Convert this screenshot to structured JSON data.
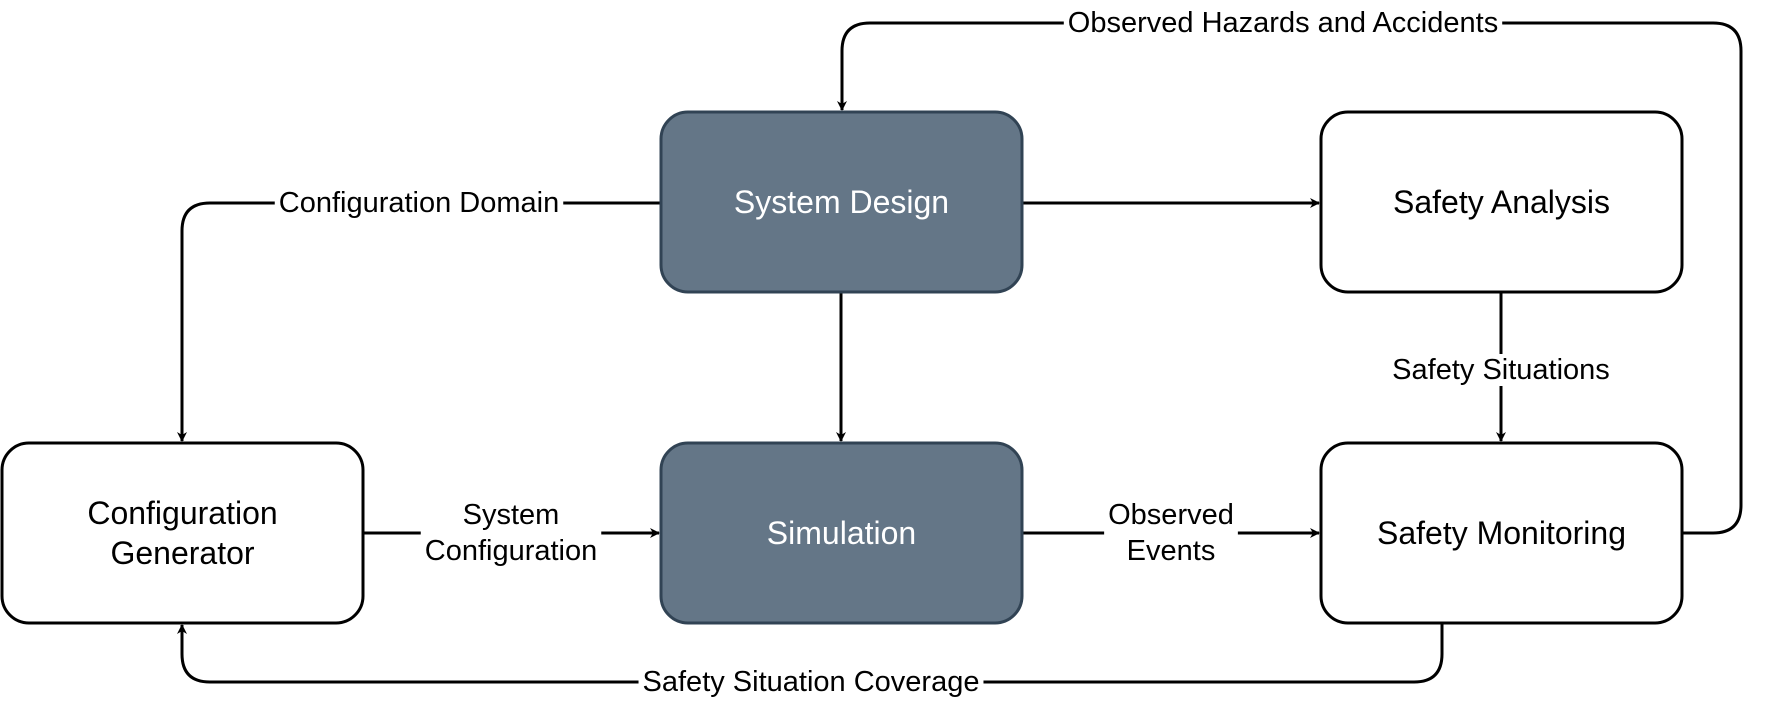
{
  "diagram": {
    "title": "",
    "colors": {
      "dark_fill": "#647687",
      "dark_stroke": "#314354",
      "dark_text": "#ffffff",
      "light_fill": "#ffffff",
      "light_stroke": "#000000",
      "light_text": "#000000",
      "edge": "#000000"
    },
    "nodes": [
      {
        "id": "system-design",
        "label": [
          "System Design"
        ],
        "style": "dark"
      },
      {
        "id": "safety-analysis",
        "label": [
          "Safety Analysis"
        ],
        "style": "light"
      },
      {
        "id": "configuration-generator",
        "label": [
          "Configuration",
          "Generator"
        ],
        "style": "light"
      },
      {
        "id": "simulation",
        "label": [
          "Simulation"
        ],
        "style": "dark"
      },
      {
        "id": "safety-monitoring",
        "label": [
          "Safety Monitoring"
        ],
        "style": "light"
      }
    ],
    "edges": [
      {
        "id": "observed-hazards",
        "from": "safety-monitoring",
        "to": "system-design",
        "label": [
          "Observed Hazards and Accidents"
        ]
      },
      {
        "id": "configuration-domain",
        "from": "system-design",
        "to": "configuration-generator",
        "label": [
          "Configuration Domain"
        ]
      },
      {
        "id": "design-to-analysis",
        "from": "system-design",
        "to": "safety-analysis",
        "label": []
      },
      {
        "id": "design-to-simulation",
        "from": "system-design",
        "to": "simulation",
        "label": []
      },
      {
        "id": "safety-situations",
        "from": "safety-analysis",
        "to": "safety-monitoring",
        "label": [
          "Safety Situations"
        ]
      },
      {
        "id": "system-configuration",
        "from": "configuration-generator",
        "to": "simulation",
        "label": [
          "System",
          "Configuration"
        ]
      },
      {
        "id": "observed-events",
        "from": "simulation",
        "to": "safety-monitoring",
        "label": [
          "Observed",
          "Events"
        ]
      },
      {
        "id": "safety-situation-coverage",
        "from": "safety-monitoring",
        "to": "configuration-generator",
        "label": [
          "Safety Situation Coverage"
        ]
      }
    ]
  }
}
